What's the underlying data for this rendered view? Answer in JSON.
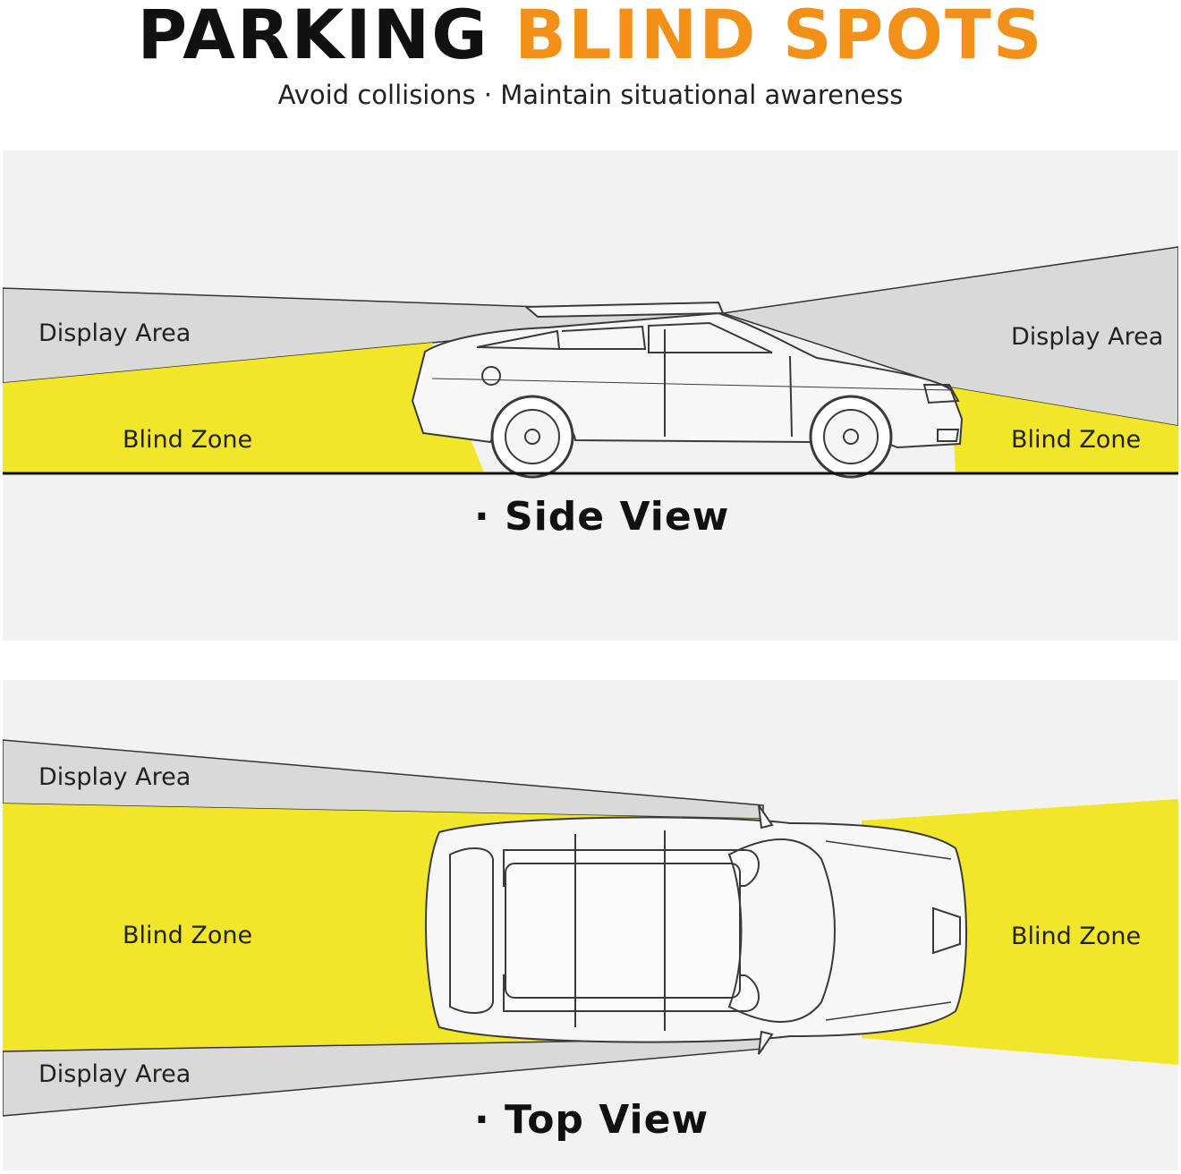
{
  "header": {
    "title_part1": "PARKING",
    "title_part2": "BLIND SPOTS",
    "subtitle": "Avoid collisions · Maintain situational awareness"
  },
  "side_view": {
    "title": "· Side View",
    "left_display_label": "Display Area",
    "left_blind_label": "Blind Zone",
    "right_display_label": "Display Area",
    "right_blind_label": "Blind Zone"
  },
  "top_view": {
    "title": "· Top View",
    "top_display_label": "Display Area",
    "left_blind_label": "Blind Zone",
    "bottom_display_label": "Display Area",
    "right_blind_label": "Blind Zone"
  },
  "colors": {
    "panel_bg": "#f2f2f2",
    "display_area": "#d9d9d9",
    "blind_zone": "#f2e62a",
    "title_dark": "#111111",
    "title_accent": "#f39018"
  }
}
